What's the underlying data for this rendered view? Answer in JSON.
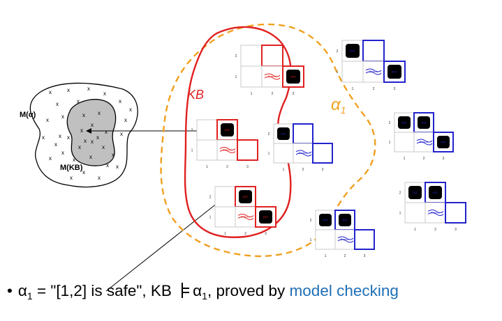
{
  "labels": {
    "m_alpha": "M(",
    "m_alpha_symbol": "α",
    "m_alpha_close": ")",
    "m_kb": "M(KB)",
    "kb": "KB",
    "alpha1": "α",
    "alpha1_sub": "1"
  },
  "cell_text": {
    "pit": "PIT",
    "breeze": "Breeze",
    "row_2": "2",
    "row_1": "1",
    "col_1": "1",
    "col_2": "2",
    "col_3": "3"
  },
  "bullet": {
    "dot": "•",
    "alpha": "α",
    "sub": "1",
    "text1": " = \"[1,2] is safe\", KB ",
    "alpha2": "α",
    "sub2": "1",
    "text2": ", proved by ",
    "link": "model checking"
  },
  "colors": {
    "kb_red": "#e02020",
    "alpha_orange": "#f0a020",
    "blue": "#2222cc",
    "link_blue": "#1f6fb5",
    "kb_region_grey": "#c0c0c0"
  },
  "models": [
    {
      "id": "kb-model-1",
      "group": "KB",
      "pits": [
        "3,1"
      ]
    },
    {
      "id": "kb-model-2",
      "group": "KB",
      "pits": [
        "2,2"
      ]
    },
    {
      "id": "kb-model-3",
      "group": "KB",
      "pits": [
        "2,2",
        "3,1"
      ]
    },
    {
      "id": "alpha-model-1",
      "group": "alpha",
      "pits": [
        "1,2"
      ]
    },
    {
      "id": "alpha-model-2",
      "group": "alpha",
      "pits": []
    },
    {
      "id": "other-model-1",
      "group": "other",
      "pits": [
        "1,2",
        "3,1"
      ]
    },
    {
      "id": "other-model-2",
      "group": "other",
      "pits": [
        "1,2",
        "2,2"
      ]
    },
    {
      "id": "other-model-3",
      "group": "other",
      "pits": [
        "1,2",
        "2,2"
      ]
    },
    {
      "id": "other-model-4",
      "group": "other",
      "pits": [
        "1,2",
        "2,2",
        "3,1"
      ]
    }
  ]
}
